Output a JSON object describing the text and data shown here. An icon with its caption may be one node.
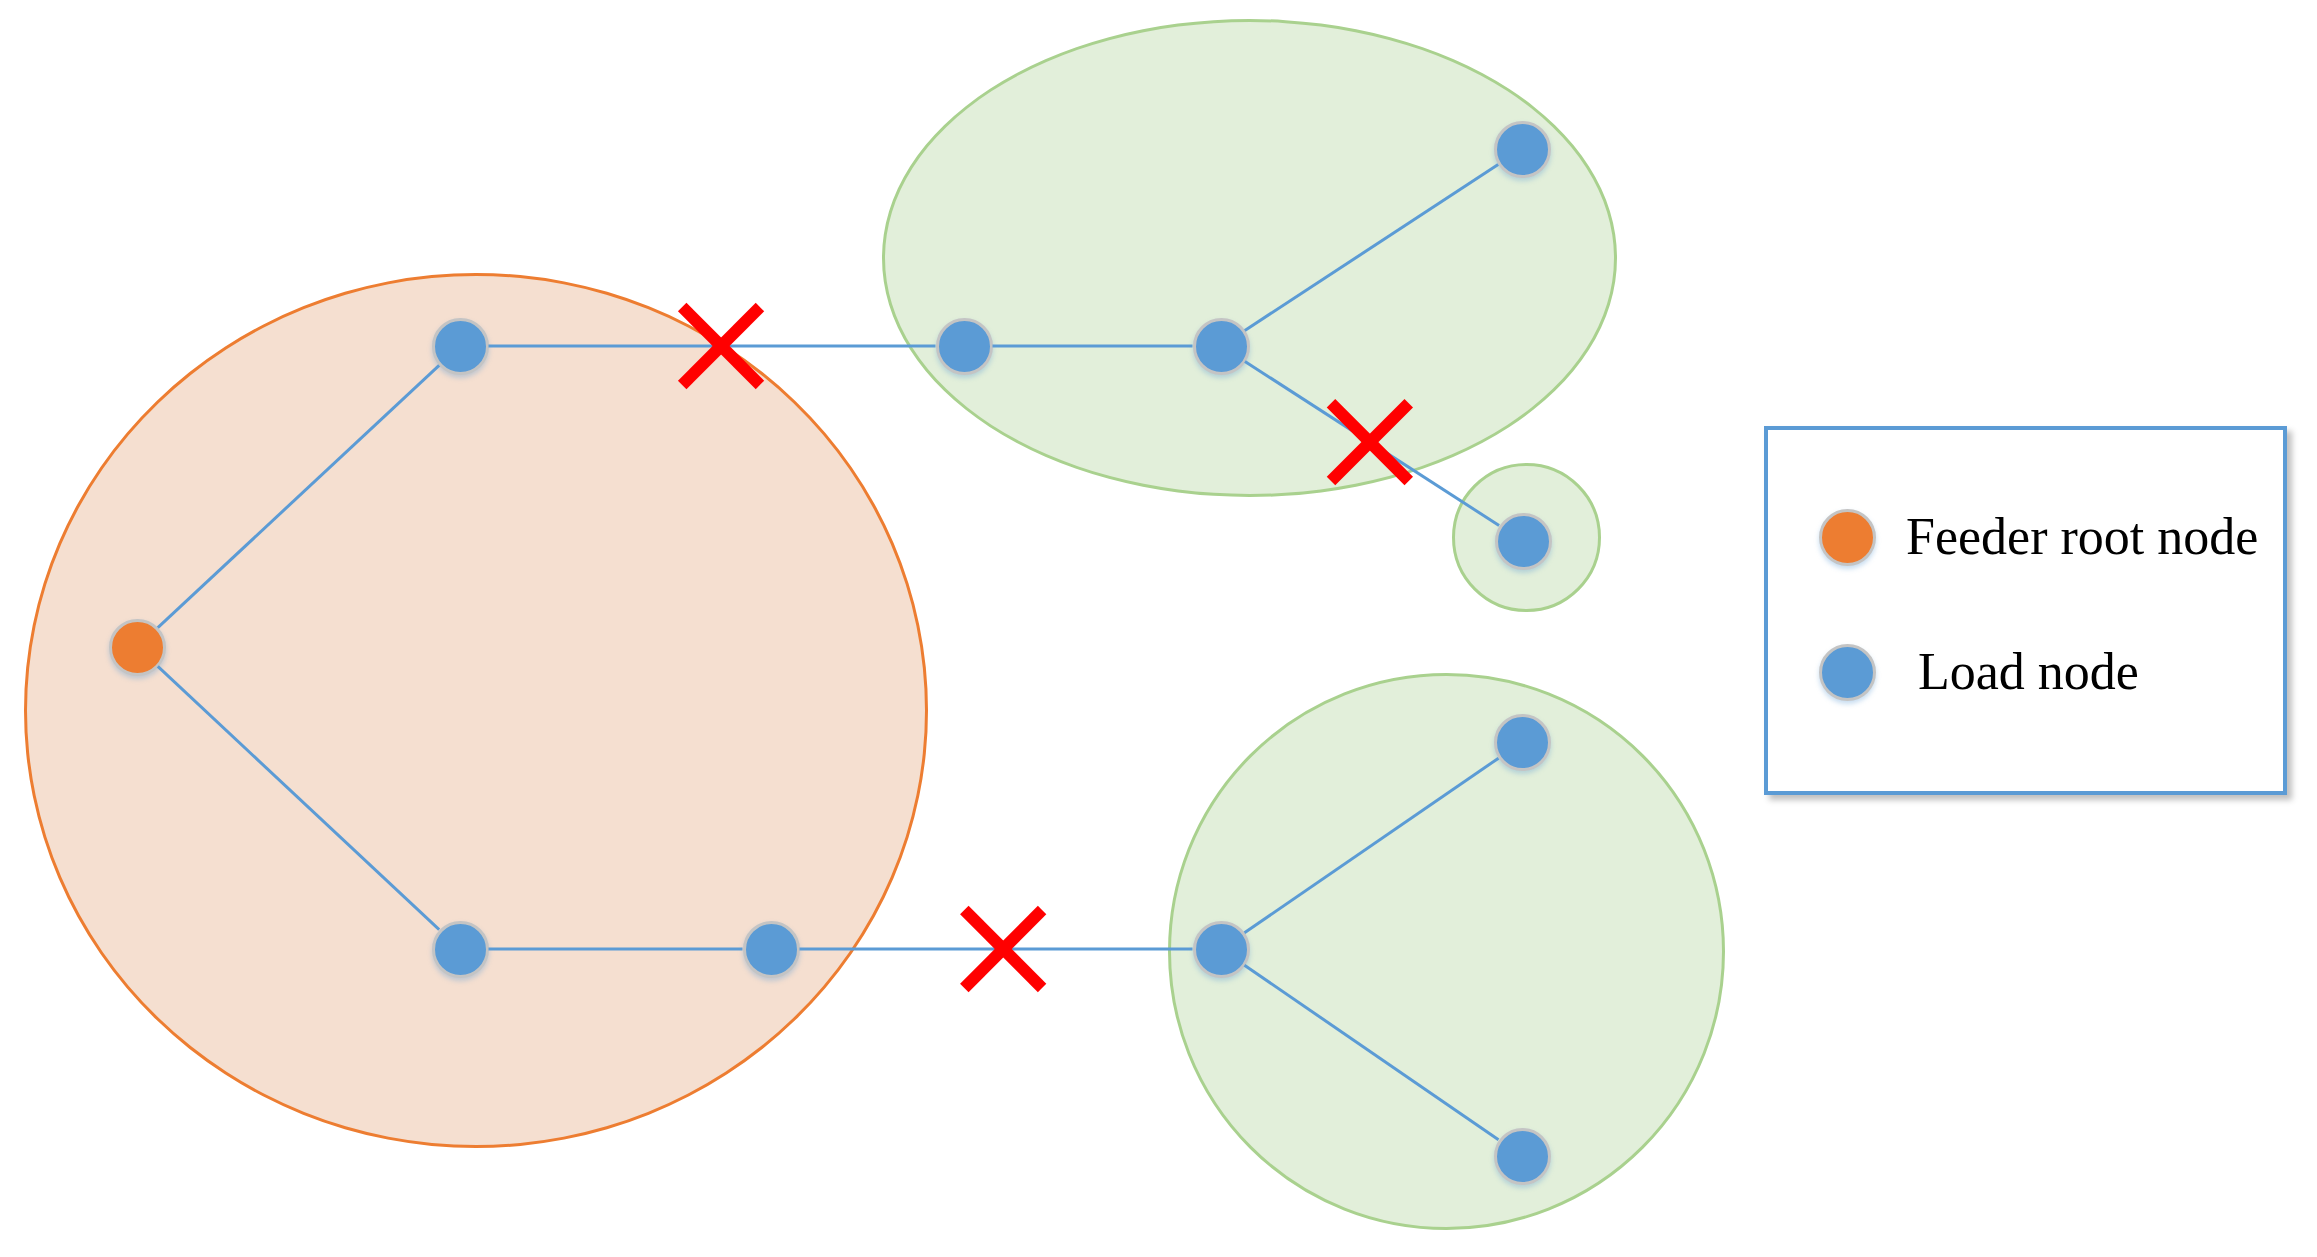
{
  "diagram": {
    "nodes": [
      {
        "text": [],
        "shape": "ellipse"
      },
      {
        "text": [],
        "shape": "circle",
        "in": 0
      },
      {
        "text": [],
        "shape": "circle",
        "in": 0
      },
      {
        "text": [],
        "shape": "circle",
        "in": 0
      },
      {
        "text": [],
        "shape": "circle",
        "in": 0
      },
      {
        "text": [],
        "shape": "ellipse"
      },
      {
        "text": [],
        "shape": "circle",
        "in": 5
      },
      {
        "text": [],
        "shape": "circle",
        "in": 5
      },
      {
        "text": [],
        "shape": "circle",
        "in": 5
      },
      {
        "text": [],
        "shape": "circle"
      },
      {
        "text": [],
        "shape": "circle",
        "in": 9
      },
      {
        "text": [],
        "shape": "circle"
      },
      {
        "text": [],
        "shape": "circle",
        "in": 11
      },
      {
        "text": [],
        "shape": "circle",
        "in": 11
      },
      {
        "text": [],
        "shape": "circle",
        "in": 11
      }
    ],
    "edges": [
      {
        "from": 1,
        "to": 2,
        "arrow": "none"
      },
      {
        "from": 1,
        "to": 3,
        "arrow": "none"
      },
      {
        "from": 2,
        "to": 6,
        "arrow": "none"
      },
      {
        "from": 3,
        "to": 4,
        "arrow": "none"
      },
      {
        "from": 4,
        "to": 12,
        "arrow": "none"
      },
      {
        "from": 6,
        "to": 7,
        "arrow": "none"
      },
      {
        "from": 7,
        "to": 8,
        "arrow": "none"
      },
      {
        "from": 7,
        "to": 10,
        "arrow": "none"
      },
      {
        "from": 12,
        "to": 13,
        "arrow": "none"
      },
      {
        "from": 12,
        "to": 14,
        "arrow": "none"
      }
    ],
    "legend": [
      {
        "text": "Feeder root node",
        "color": "#ed7d31"
      },
      {
        "text": "Load node",
        "color": "#5b9bd5"
      }
    ]
  }
}
